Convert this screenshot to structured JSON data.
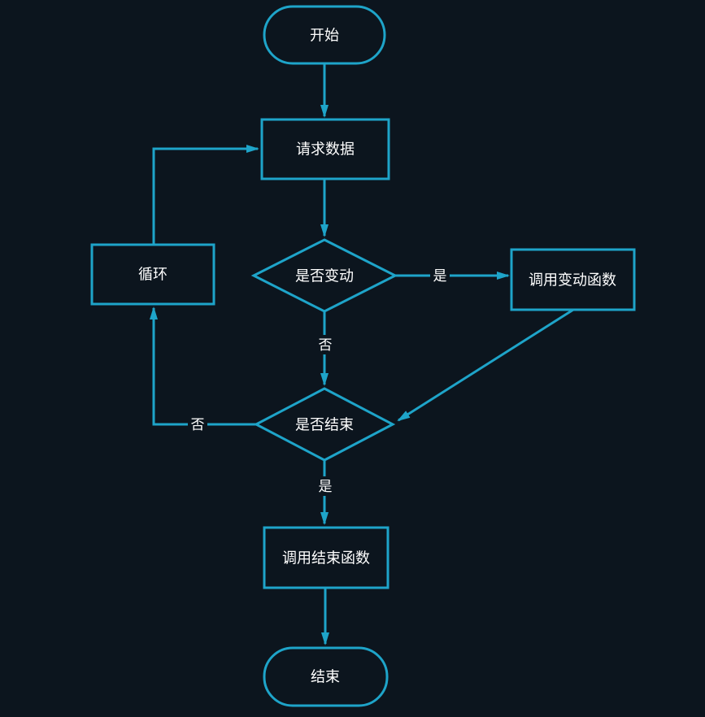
{
  "canvas": {
    "background": "#0c151e",
    "stroke_color": "#1ea4c9",
    "text_color": "#ffffff"
  },
  "nodes": {
    "start": {
      "label": "开始",
      "shape": "terminator"
    },
    "request_data": {
      "label": "请求数据",
      "shape": "process"
    },
    "is_changed": {
      "label": "是否变动",
      "shape": "decision"
    },
    "call_change_fn": {
      "label": "调用变动函数",
      "shape": "process"
    },
    "loop": {
      "label": "循环",
      "shape": "process"
    },
    "is_finished": {
      "label": "是否结束",
      "shape": "decision"
    },
    "call_finish_fn": {
      "label": "调用结束函数",
      "shape": "process"
    },
    "end": {
      "label": "结束",
      "shape": "terminator"
    }
  },
  "edges": {
    "start_to_request": {
      "from": "start",
      "to": "request_data",
      "label": ""
    },
    "request_to_ischanged": {
      "from": "request_data",
      "to": "is_changed",
      "label": ""
    },
    "ischanged_yes": {
      "from": "is_changed",
      "to": "call_change_fn",
      "label": "是"
    },
    "ischanged_no": {
      "from": "is_changed",
      "to": "is_finished",
      "label": "否"
    },
    "callchange_to_isfinished": {
      "from": "call_change_fn",
      "to": "is_finished",
      "label": ""
    },
    "isfinished_no": {
      "from": "is_finished",
      "to": "loop",
      "label": "否"
    },
    "loop_to_request": {
      "from": "loop",
      "to": "request_data",
      "label": ""
    },
    "isfinished_yes": {
      "from": "is_finished",
      "to": "call_finish_fn",
      "label": "是"
    },
    "callfinish_to_end": {
      "from": "call_finish_fn",
      "to": "end",
      "label": ""
    }
  }
}
